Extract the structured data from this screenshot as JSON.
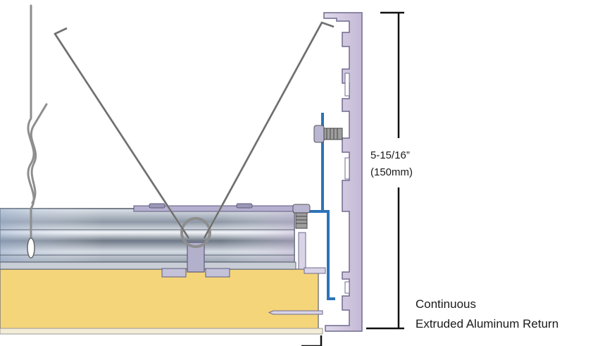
{
  "diagram": {
    "dimension": {
      "value": "5-15/16”",
      "metric": "(150mm)"
    },
    "caption": {
      "line1": "Continuous",
      "line2": "Extruded Aluminum Return"
    },
    "colors": {
      "aluminum_extrusion": "#c8c4de",
      "aluminum_outline": "#6f6a8e",
      "blue_bracket": "#2c73b8",
      "insulation": "#f5d57a",
      "wire": "#8e8e8e",
      "dimension_line": "#111111"
    }
  }
}
